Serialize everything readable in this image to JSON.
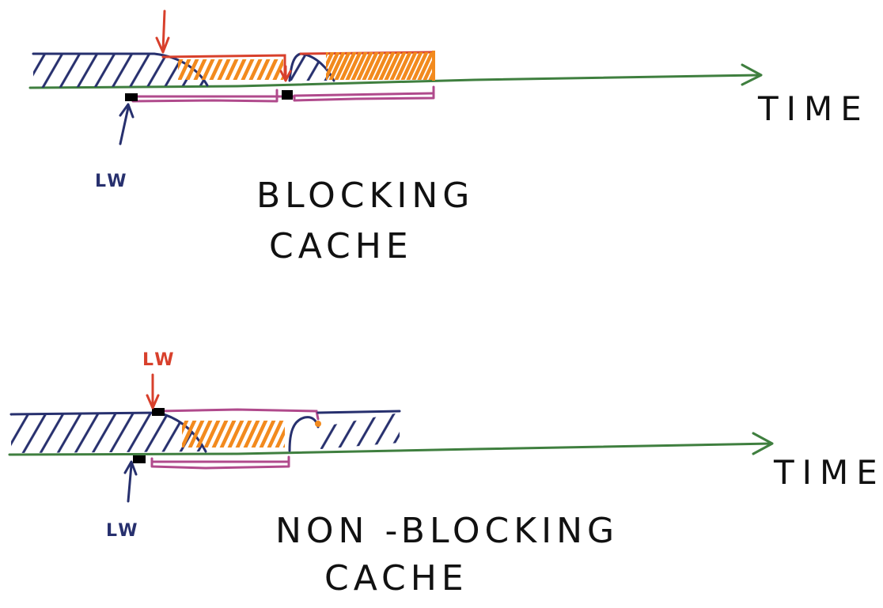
{
  "labels": {
    "blocking_title_line1": "BLOCKING",
    "blocking_title_line2": "CACHE",
    "nonblocking_title_line1": "NON -BLOCKING",
    "nonblocking_title_line2": "CACHE",
    "time_top": "TIME",
    "time_bottom": "TIME",
    "lw_top_blue": "LW",
    "lw_bottom_red": "LW",
    "lw_bottom_blue": "LW"
  },
  "colors": {
    "timeline": "#3f7f3f",
    "compute": "#27306e",
    "miss": "#d8402c",
    "stall": "#f28a1e",
    "memory": "#b04a8c",
    "event": "#000000",
    "text": "#111111"
  }
}
